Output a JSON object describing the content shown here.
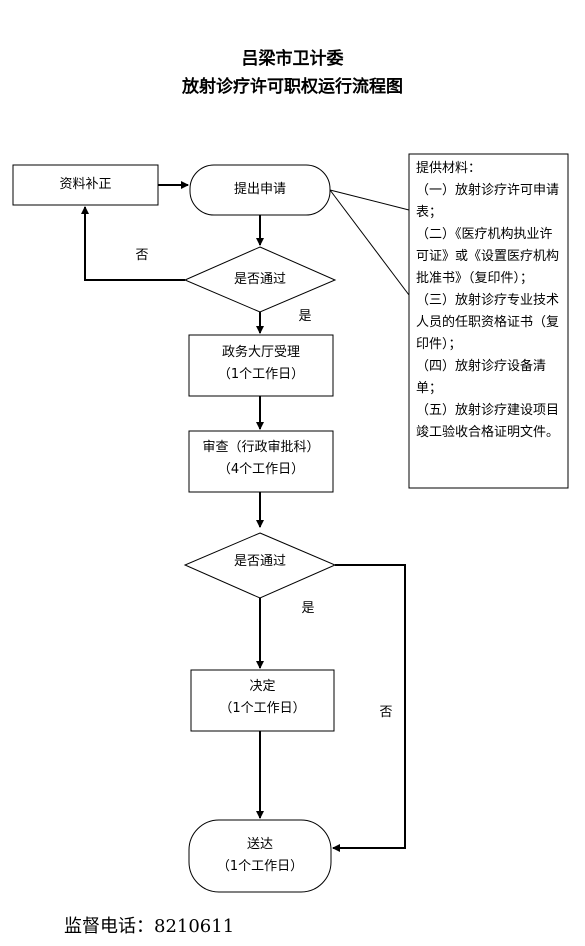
{
  "header": {
    "title": "吕梁市卫计委",
    "subtitle": "放射诊疗许可职权运行流程图"
  },
  "flow": {
    "supplement": "资料补正",
    "apply": "提出申请",
    "decision1": "是否通过",
    "no1": "否",
    "yes1": "是",
    "accept": "政务大厅受理",
    "accept_time": "（1个工作日）",
    "review": "审查（行政审批科）",
    "review_time": "（4个工作日）",
    "decision2": "是否通过",
    "yes2": "是",
    "no2": "否",
    "decide": "决定",
    "decide_time": "（1个工作日）",
    "deliver": "送达",
    "deliver_time": "（1个工作日）"
  },
  "materials": {
    "heading": "提供材料：",
    "items": [
      "（一）放射诊疗许可申请表；",
      "（二）《医疗机构执业许可证》或《设置医疗机构批准书》（复印件）；",
      "（三）放射诊疗专业技术人员的任职资格证书（复印件）；",
      "（四）放射诊疗设备清单；",
      "（五）放射诊疗建设项目竣工验收合格证明文件。"
    ]
  },
  "footer": {
    "hotline": "监督电话：8210611"
  }
}
